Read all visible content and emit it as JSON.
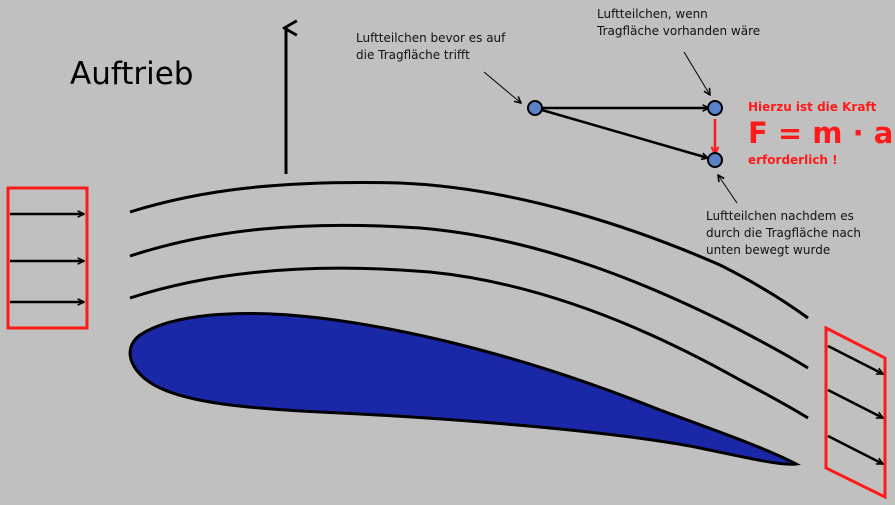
{
  "title": "Auftrieb",
  "annotations": {
    "before": [
      "Luftteilchen bevor es auf",
      "die Tragfläche trifft"
    ],
    "present": [
      "Luftteilchen, wenn",
      "Tragfläche vorhanden wäre"
    ],
    "after": [
      "Luftteilchen nachdem es",
      "durch die Tragfläche nach",
      "unten bewegt wurde"
    ]
  },
  "force": {
    "line1": "Hierzu ist die Kraft",
    "formula": "F = m · a",
    "line3": "erforderlich !"
  },
  "colors": {
    "background": "#c0c0c0",
    "airfoil": "#1a28a8",
    "flow_box": "#ff1a1a",
    "particle": "#5a82c8",
    "force_text": "#ff1a1a",
    "line": "#000000"
  }
}
